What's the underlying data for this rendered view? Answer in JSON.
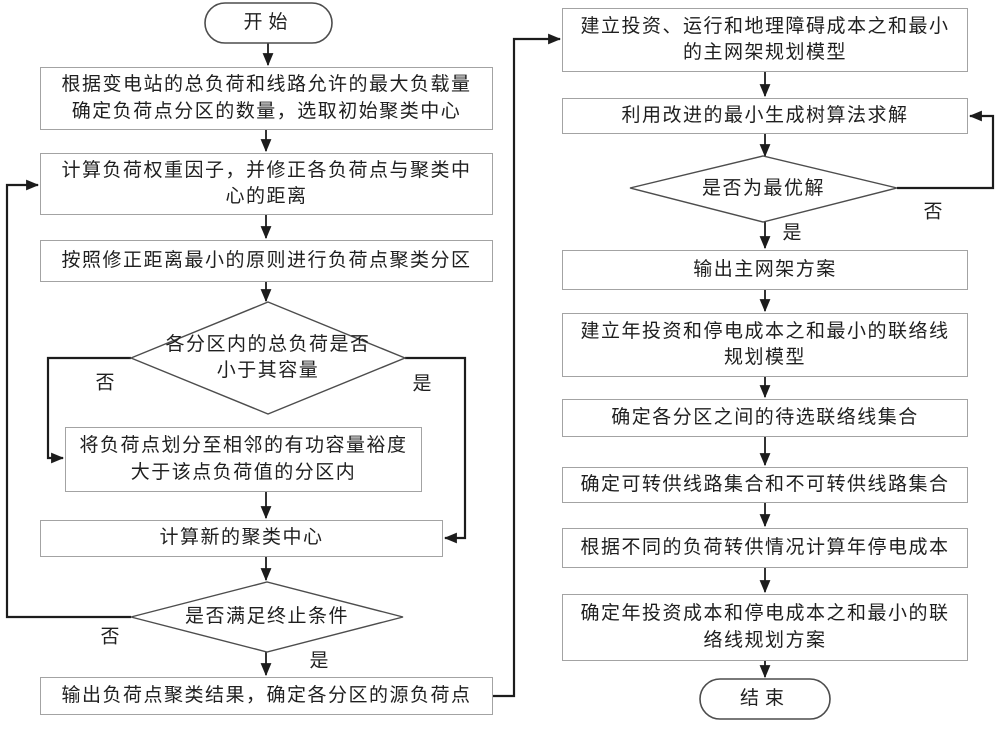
{
  "diagram": {
    "type": "flowchart",
    "language": "zh",
    "colors": {
      "background": "#ffffff",
      "flow_line": "#1c1c1c",
      "box_border": "#a3a3a3",
      "diamond_border": "#4d4d4d",
      "text": "#1f1f1f"
    },
    "nodes": {
      "start": {
        "label": "开始",
        "type": "terminal"
      },
      "b1": {
        "label": "根据变电站的总负荷和线路允许的最大负载量\n确定负荷点分区的数量，选取初始聚类中心",
        "type": "process"
      },
      "b2": {
        "label": "计算负荷权重因子，并修正各负荷点与聚类中\n心的距离",
        "type": "process"
      },
      "b3": {
        "label": "按照修正距离最小的原则进行负荷点聚类分区",
        "type": "process"
      },
      "d1": {
        "label": "各分区内的总负荷是否\n小于其容量",
        "type": "decision"
      },
      "b4": {
        "label": "将负荷点划分至相邻的有功容量裕度\n大于该点负荷值的分区内",
        "type": "process"
      },
      "b5": {
        "label": "计算新的聚类中心",
        "type": "process"
      },
      "d2": {
        "label": "是否满足终止条件",
        "type": "decision"
      },
      "b6": {
        "label": "输出负荷点聚类结果，确定各分区的源负荷点",
        "type": "process"
      },
      "r1": {
        "label": "建立投资、运行和地理障碍成本之和最小\n的主网架规划模型",
        "type": "process"
      },
      "r2": {
        "label": "利用改进的最小生成树算法求解",
        "type": "process"
      },
      "d3": {
        "label": "是否为最优解",
        "type": "decision"
      },
      "r3": {
        "label": "输出主网架方案",
        "type": "process"
      },
      "r4": {
        "label": "建立年投资和停电成本之和最小的联络线\n规划模型",
        "type": "process"
      },
      "r5": {
        "label": "确定各分区之间的待选联络线集合",
        "type": "process"
      },
      "r6": {
        "label": "确定可转供线路集合和不可转供线路集合",
        "type": "process"
      },
      "r7": {
        "label": "根据不同的负荷转供情况计算年停电成本",
        "type": "process"
      },
      "r8": {
        "label": "确定年投资成本和停电成本之和最小的联\n络线规划方案",
        "type": "process"
      },
      "end": {
        "label": "结束",
        "type": "terminal"
      }
    },
    "branch_labels": {
      "d1_no": "否",
      "d1_yes": "是",
      "d2_no": "否",
      "d2_yes": "是",
      "d3_no": "否",
      "d3_yes": "是"
    }
  }
}
